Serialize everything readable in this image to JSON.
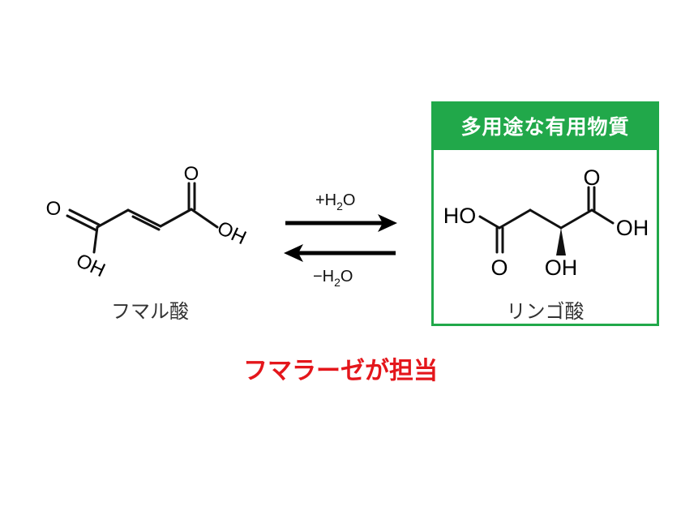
{
  "fumaric_acid": {
    "name": "フマル酸",
    "atoms": {
      "o_left": "O",
      "oh_left": "OH",
      "o_right": "O",
      "oh_right": "OH"
    }
  },
  "reaction": {
    "forward_sign": "+H",
    "forward_sub": "2",
    "forward_o": "O",
    "reverse_sign": "−H",
    "reverse_sub": "2",
    "reverse_o": "O"
  },
  "useful_box": {
    "header": "多用途な有用物質",
    "border_color": "#21a84a"
  },
  "malic_acid": {
    "name": "リンゴ酸",
    "atoms": {
      "ho": "HO",
      "o_bottom": "O",
      "o_top": "O",
      "oh_right": "OH",
      "oh_bottom": "OH"
    }
  },
  "enzyme_note": {
    "text": "フマラーゼが担当",
    "color": "#e4161b"
  }
}
